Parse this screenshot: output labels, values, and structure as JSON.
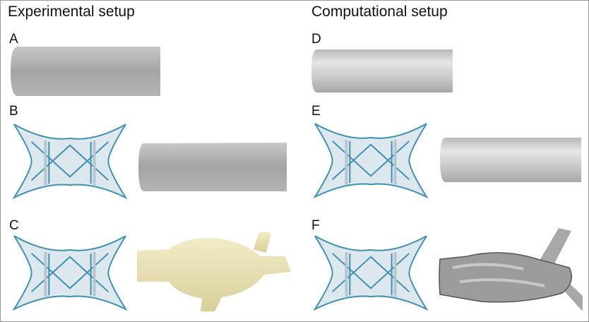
{
  "titles": {
    "experimental": "Experimental setup",
    "computational": "Computational setup"
  },
  "panels": {
    "A": "A",
    "B": "B",
    "C": "C",
    "D": "D",
    "E": "E",
    "F": "F"
  },
  "colors": {
    "stent_wire": "#3f8fb0",
    "stent_fabric": "#dde8ee",
    "tube_exp": "#a9a9a9",
    "tube_comp": "#c4c4c4",
    "tissue": "#e8e0b0",
    "mesh": "#8a8a8a"
  }
}
